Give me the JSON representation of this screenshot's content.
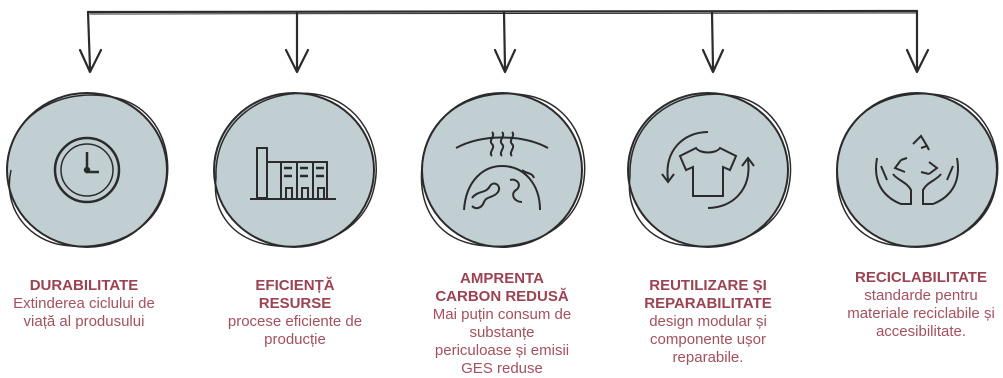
{
  "colors": {
    "title": "#9b4352",
    "description": "#a4505e",
    "circle_fill": "#c1ced2",
    "stroke": "#2b2b2b"
  },
  "items": [
    {
      "icon": "clock-icon",
      "title": "DURABILITATE",
      "description": "Extinderea ciclului de viață al produsului"
    },
    {
      "icon": "factory-icon",
      "title": "EFICIENȚĂ RESURSE",
      "description": "procese eficiente de producție"
    },
    {
      "icon": "planet-heat-icon",
      "title": "AMPRENTA CARBON REDUSĂ",
      "description": "Mai puțin consum de substanțe periculoase și emisii GES reduse"
    },
    {
      "icon": "tshirt-cycle-icon",
      "title": "REUTILIZARE ȘI REPARABILITATE",
      "description": "design modular și componente ușor reparabile."
    },
    {
      "icon": "recycle-hands-icon",
      "title": "RECICLABILITATE",
      "description": "standarde pentru materiale reciclabile și accesibilitate."
    }
  ]
}
